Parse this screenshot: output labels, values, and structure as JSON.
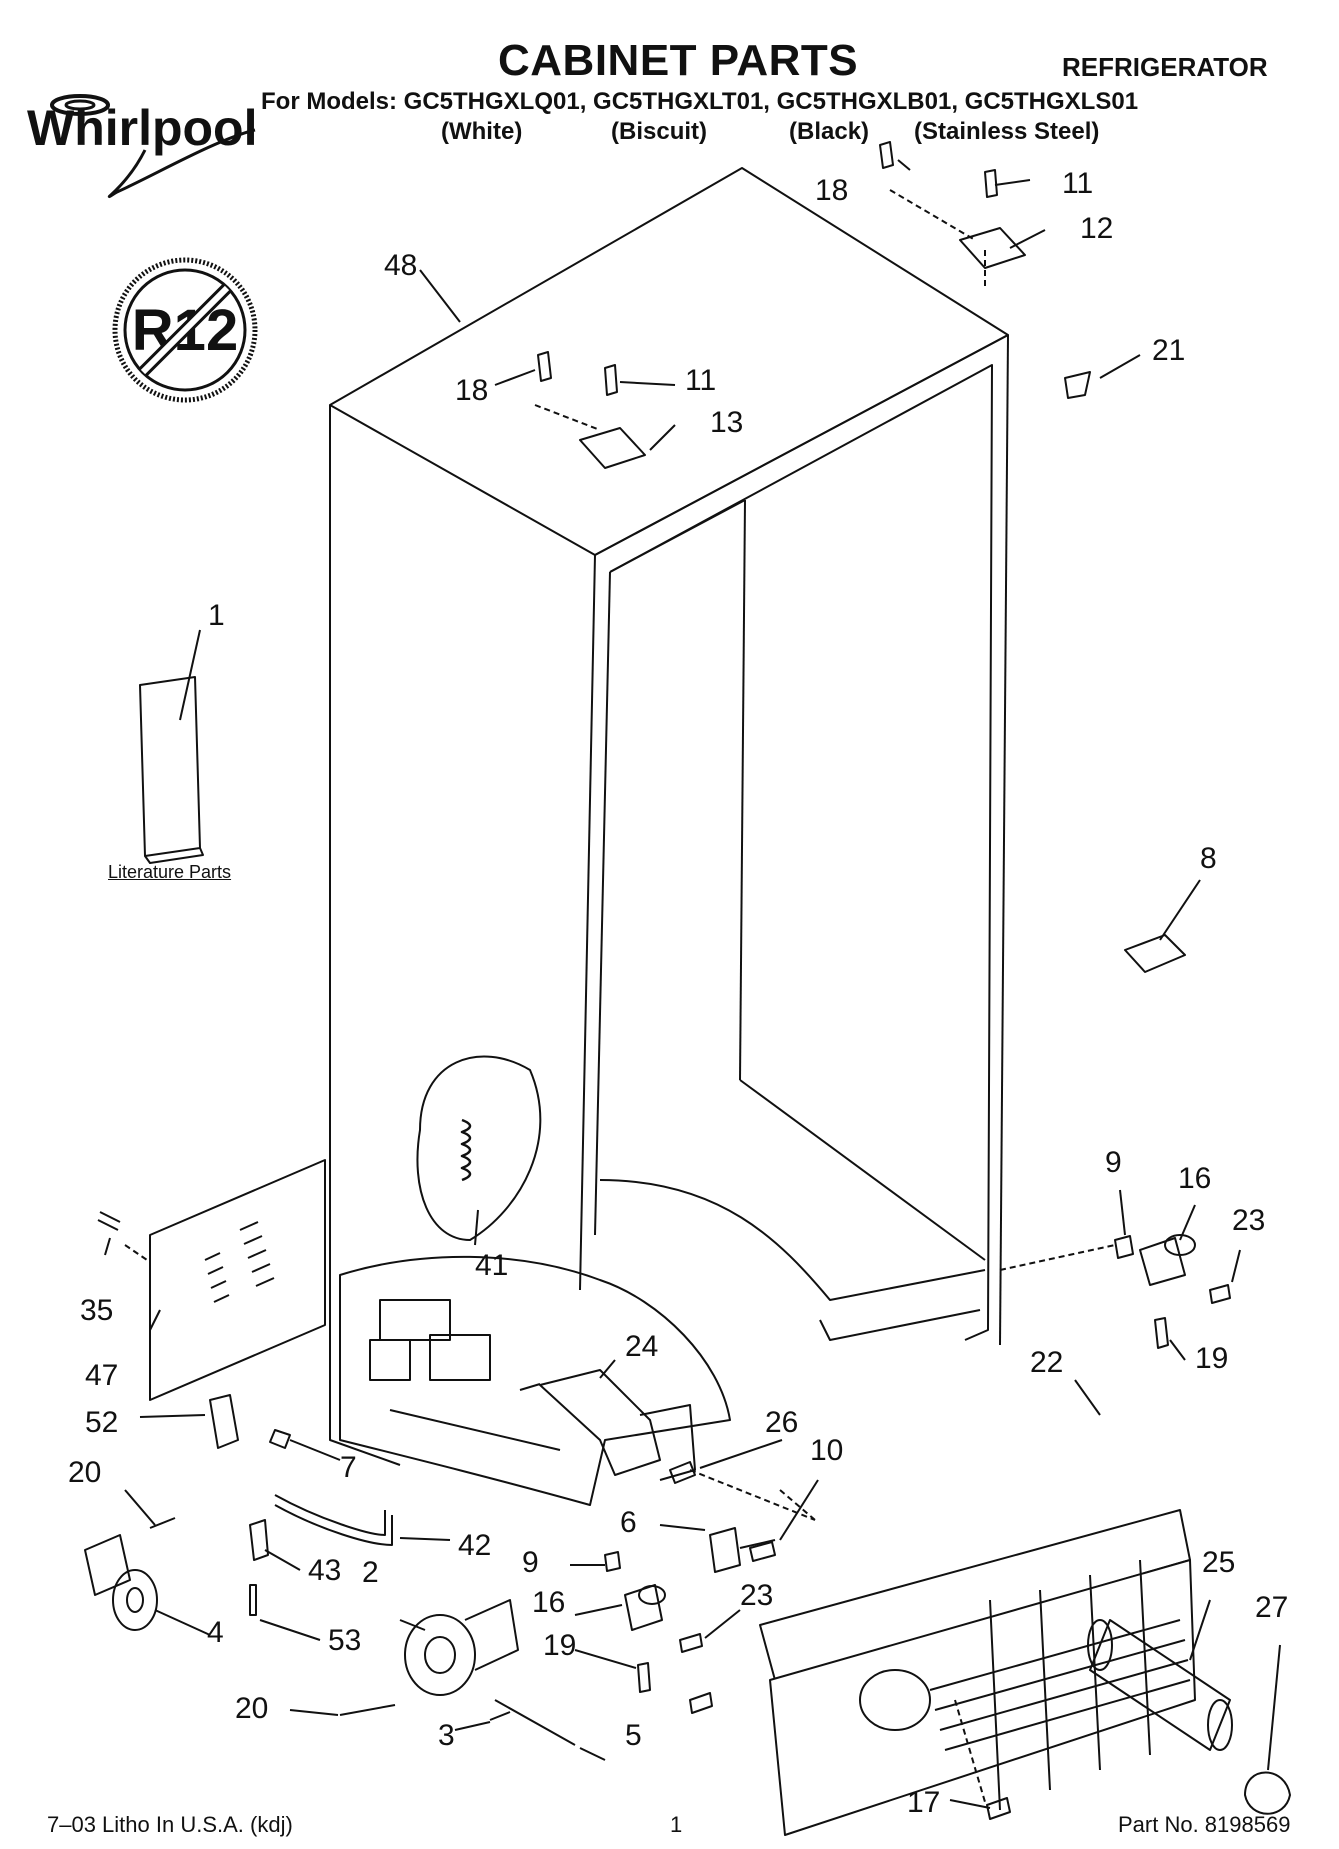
{
  "header": {
    "title": "CABINET PARTS",
    "product": "REFRIGERATOR",
    "models_line": "For Models: GC5THGXLQ01, GC5THGXLT01, GC5THGXLB01, GC5THGXLS01",
    "variants": [
      "(White)",
      "(Biscuit)",
      "(Black)",
      "(Stainless Steel)"
    ],
    "brand": "Whirlpool"
  },
  "badge": {
    "text": "R12"
  },
  "literature": {
    "label": "Literature Parts"
  },
  "callouts": [
    {
      "id": "c48",
      "text": "48"
    },
    {
      "id": "c18a",
      "text": "18"
    },
    {
      "id": "c11a",
      "text": "11"
    },
    {
      "id": "c12",
      "text": "12"
    },
    {
      "id": "c21",
      "text": "21"
    },
    {
      "id": "c18b",
      "text": "18"
    },
    {
      "id": "c11b",
      "text": "11"
    },
    {
      "id": "c13",
      "text": "13"
    },
    {
      "id": "c1",
      "text": "1"
    },
    {
      "id": "c8",
      "text": "8"
    },
    {
      "id": "c9a",
      "text": "9"
    },
    {
      "id": "c16a",
      "text": "16"
    },
    {
      "id": "c23a",
      "text": "23"
    },
    {
      "id": "c19a",
      "text": "19"
    },
    {
      "id": "c41",
      "text": "41"
    },
    {
      "id": "c35",
      "text": "35"
    },
    {
      "id": "c47",
      "text": "47"
    },
    {
      "id": "c52",
      "text": "52"
    },
    {
      "id": "c7",
      "text": "7"
    },
    {
      "id": "c24",
      "text": "24"
    },
    {
      "id": "c22",
      "text": "22"
    },
    {
      "id": "c26",
      "text": "26"
    },
    {
      "id": "c10",
      "text": "10"
    },
    {
      "id": "c20a",
      "text": "20"
    },
    {
      "id": "c42",
      "text": "42"
    },
    {
      "id": "c6",
      "text": "6"
    },
    {
      "id": "c9b",
      "text": "9"
    },
    {
      "id": "c43",
      "text": "43"
    },
    {
      "id": "c2",
      "text": "2"
    },
    {
      "id": "c16b",
      "text": "16"
    },
    {
      "id": "c23b",
      "text": "23"
    },
    {
      "id": "c25",
      "text": "25"
    },
    {
      "id": "c27",
      "text": "27"
    },
    {
      "id": "c4",
      "text": "4"
    },
    {
      "id": "c53",
      "text": "53"
    },
    {
      "id": "c19b",
      "text": "19"
    },
    {
      "id": "c20b",
      "text": "20"
    },
    {
      "id": "c3",
      "text": "3"
    },
    {
      "id": "c5",
      "text": "5"
    },
    {
      "id": "c17",
      "text": "17"
    }
  ],
  "footer": {
    "print_info": "7–03 Litho In U.S.A. (kdj)",
    "page_number": "1",
    "part_number": "Part No. 8198569"
  }
}
